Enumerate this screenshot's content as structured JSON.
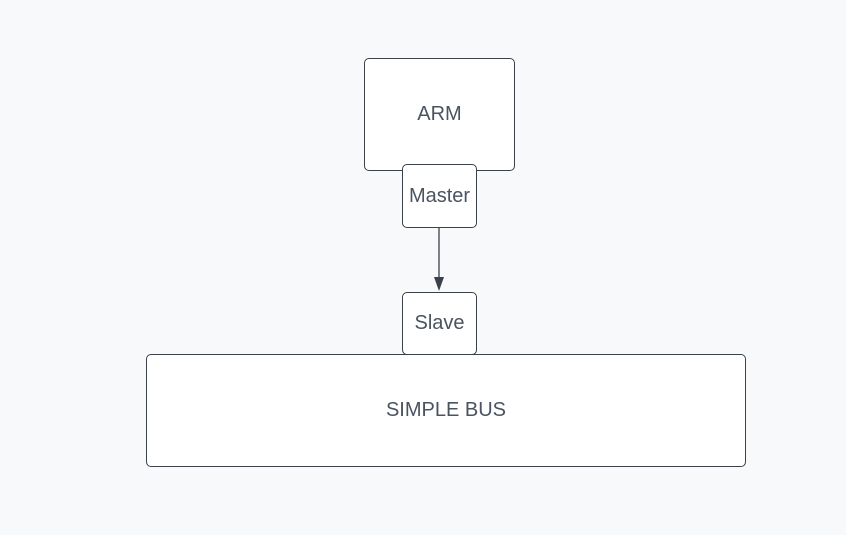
{
  "diagram": {
    "nodes": {
      "arm": {
        "label": "ARM"
      },
      "master": {
        "label": "Master"
      },
      "slave": {
        "label": "Slave"
      },
      "bus": {
        "label": "SIMPLE BUS"
      }
    },
    "edges": [
      {
        "from": "master",
        "to": "slave",
        "arrow": "end"
      }
    ]
  },
  "colors": {
    "background": "#f8f9fb",
    "node_fill": "#ffffff",
    "stroke": "#3a414a",
    "text": "#4a5360"
  }
}
